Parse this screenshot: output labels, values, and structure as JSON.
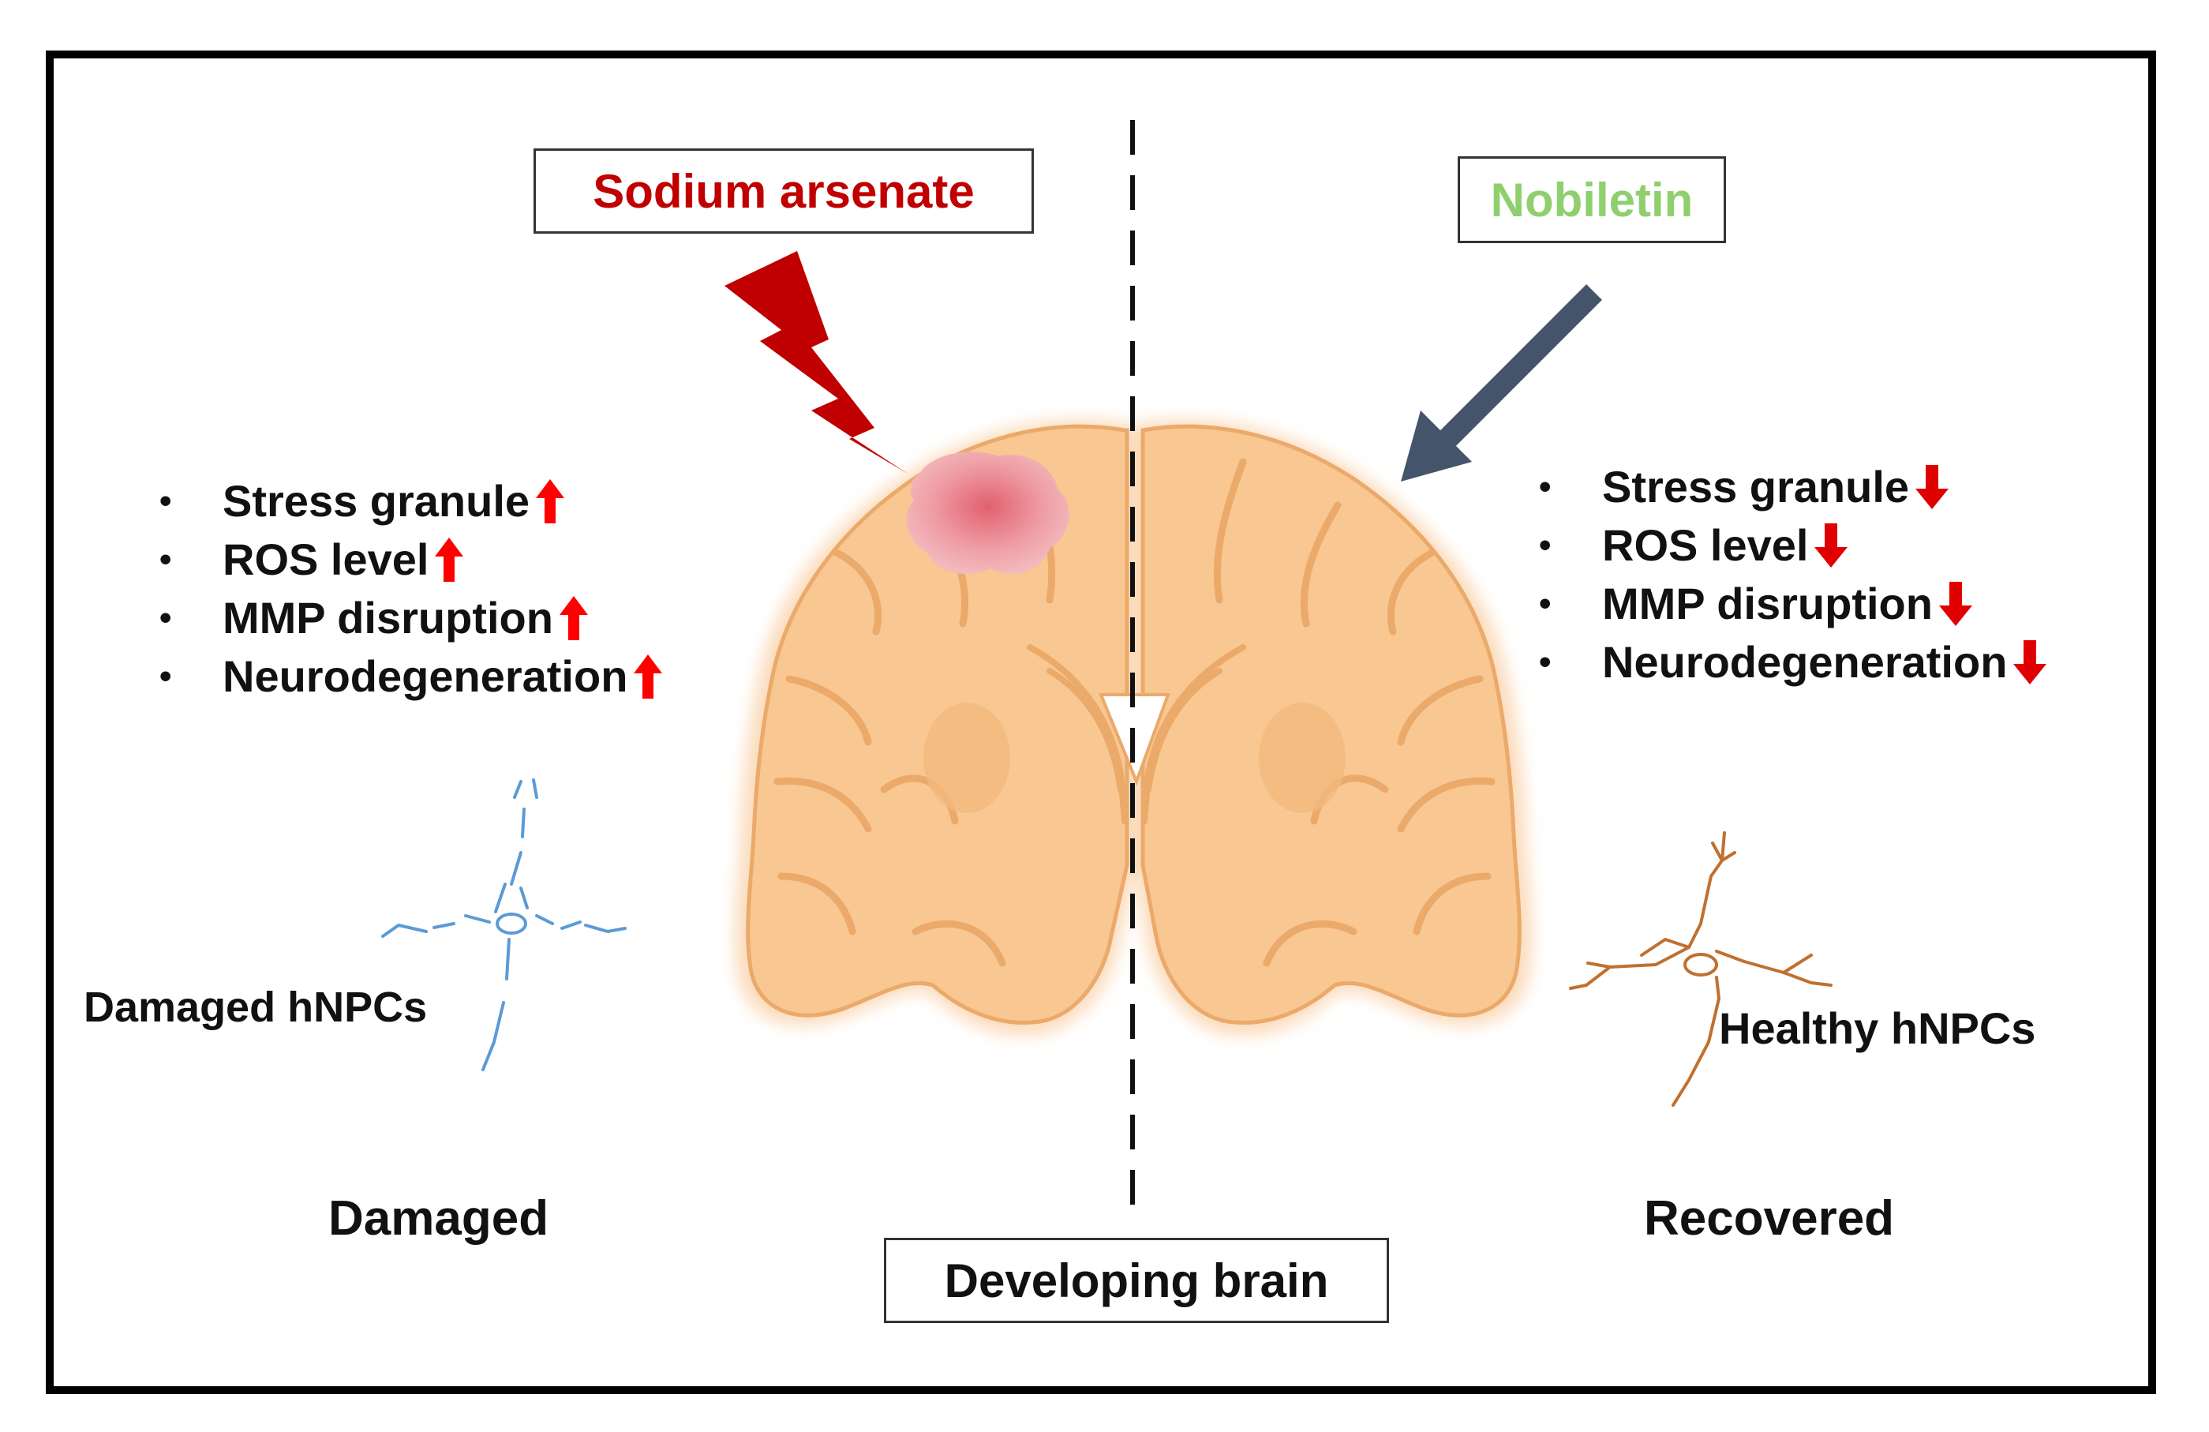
{
  "treatments": {
    "toxicant": "Sodium arsenate",
    "compound": "Nobiletin"
  },
  "colors": {
    "toxicant": "#c00000",
    "compound": "#8fcf6e",
    "up_arrow": "#ff0000",
    "down_arrow": "#e00000",
    "brain_fill": "#f8c792",
    "brain_outline": "#eba96a",
    "lesion": "#e58a92",
    "intervention_arrow": "#44546a",
    "damaged_cell": "#5b9bd5",
    "healthy_cell": "#c0702e"
  },
  "left_panel": {
    "markers": [
      {
        "text": "Stress granule",
        "direction": "up"
      },
      {
        "text": "ROS level",
        "direction": "up"
      },
      {
        "text": "MMP disruption",
        "direction": "up"
      },
      {
        "text": "Neurodegeneration",
        "direction": "up"
      }
    ],
    "cell_label": "Damaged hNPCs",
    "state": "Damaged"
  },
  "right_panel": {
    "markers": [
      {
        "text": "Stress granule",
        "direction": "down"
      },
      {
        "text": "ROS level",
        "direction": "down"
      },
      {
        "text": "MMP disruption",
        "direction": "down"
      },
      {
        "text": "Neurodegeneration",
        "direction": "down"
      }
    ],
    "cell_label_part1": "Healthy",
    "cell_label_part2": "hNPCs",
    "state": "Recovered"
  },
  "center_label": "Developing brain",
  "icons": {
    "toxicant_icon": "lightning-bolt-icon",
    "compound_icon": "diagonal-arrow-icon",
    "increase_icon": "arrow-up-icon",
    "decrease_icon": "arrow-down-icon"
  }
}
